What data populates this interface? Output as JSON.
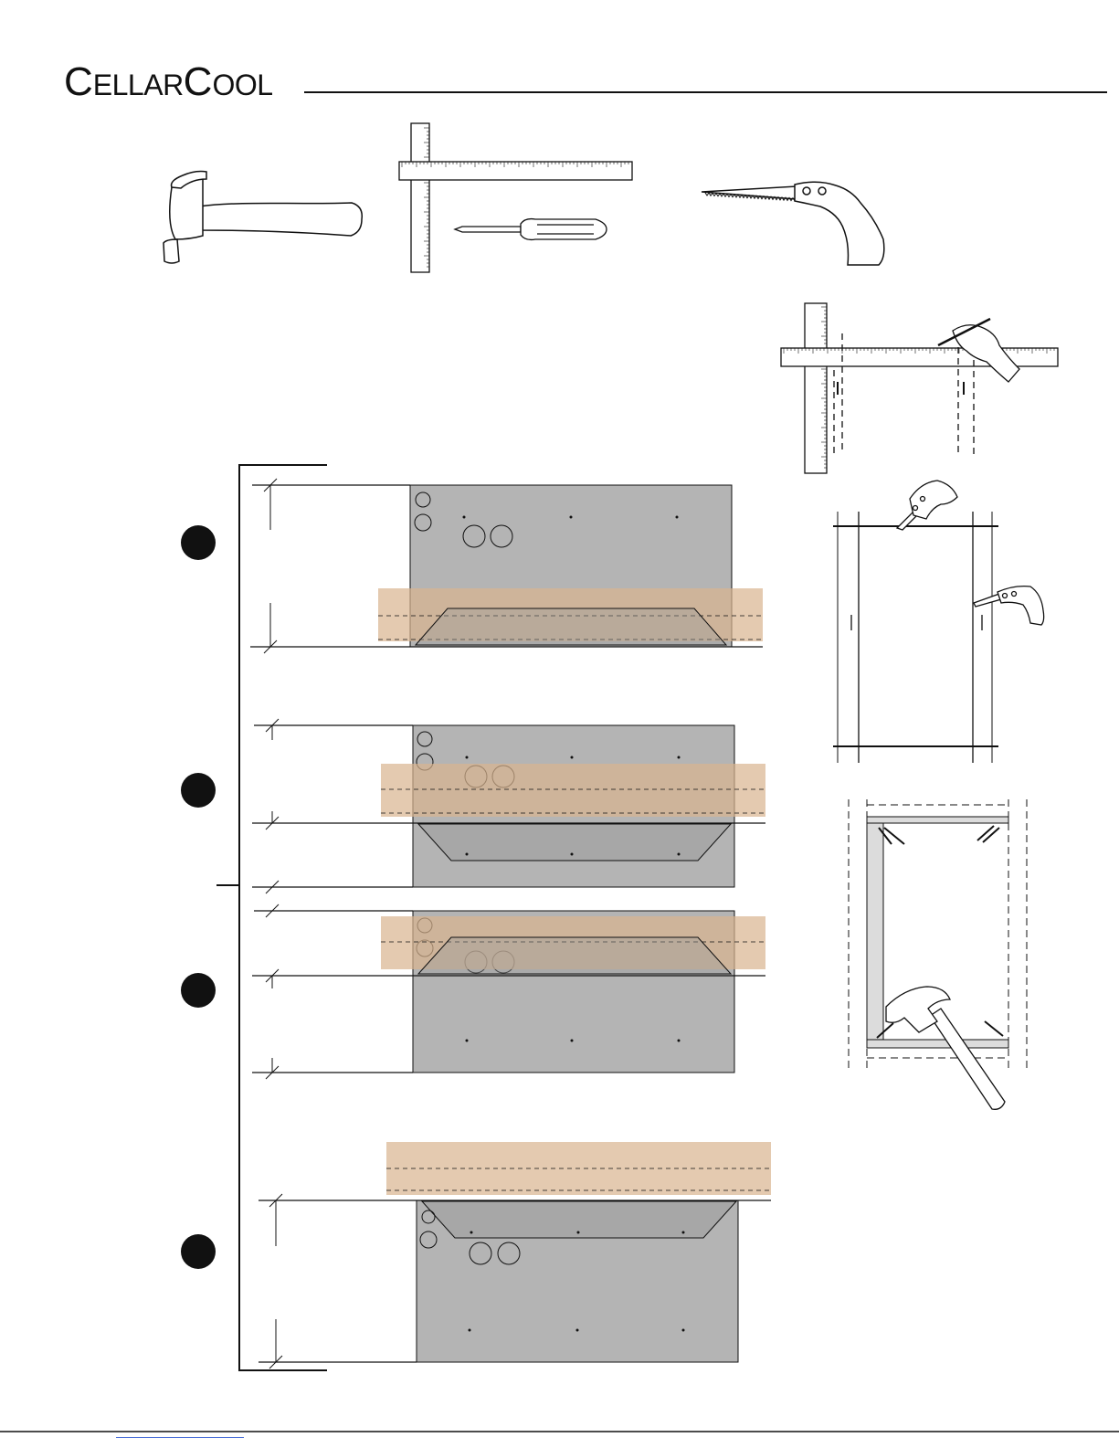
{
  "brand": {
    "logo_parts": [
      "C",
      "ELLAR",
      "C",
      "OOL"
    ]
  },
  "tools": [
    "hammer-icon",
    "carpenter-square-icon",
    "screwdriver-icon",
    "keyhole-saw-icon"
  ],
  "options": [
    {
      "marker": "option-1-bullet"
    },
    {
      "marker": "option-2-bullet"
    },
    {
      "marker": "option-3-bullet"
    },
    {
      "marker": "option-4-bullet"
    }
  ],
  "colors": {
    "unit_gray": "#b4b4b4",
    "framing_wood": "#d9b48f",
    "line": "#111111",
    "footer_link": "#4a6fd8"
  }
}
